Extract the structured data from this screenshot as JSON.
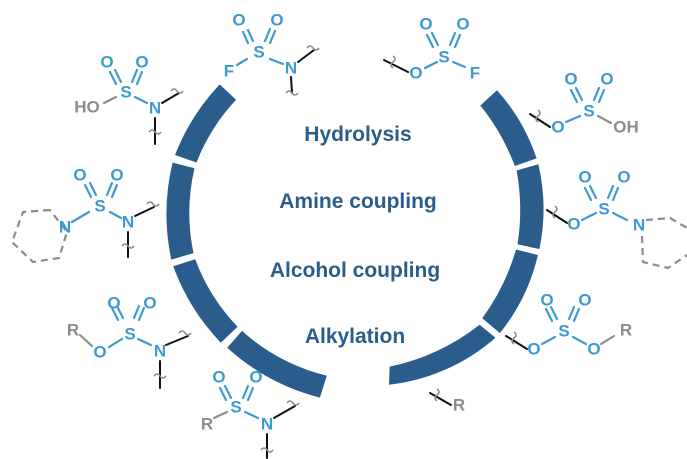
{
  "labels": {
    "hydrolysis": "Hydrolysis",
    "amine_coupling": "Amine coupling",
    "alcohol_coupling": "Alcohol coupling",
    "alkylation": "Alkylation"
  },
  "atoms": {
    "S": "S",
    "O": "O",
    "N": "N",
    "F": "F",
    "R": "R",
    "OH": "OH",
    "HO": "HO"
  },
  "colors": {
    "arc": "#2a5d8c",
    "reagent_atom": "#3d9ad1",
    "substituent": "#8c8c8c",
    "label": "#2a5d8c"
  }
}
